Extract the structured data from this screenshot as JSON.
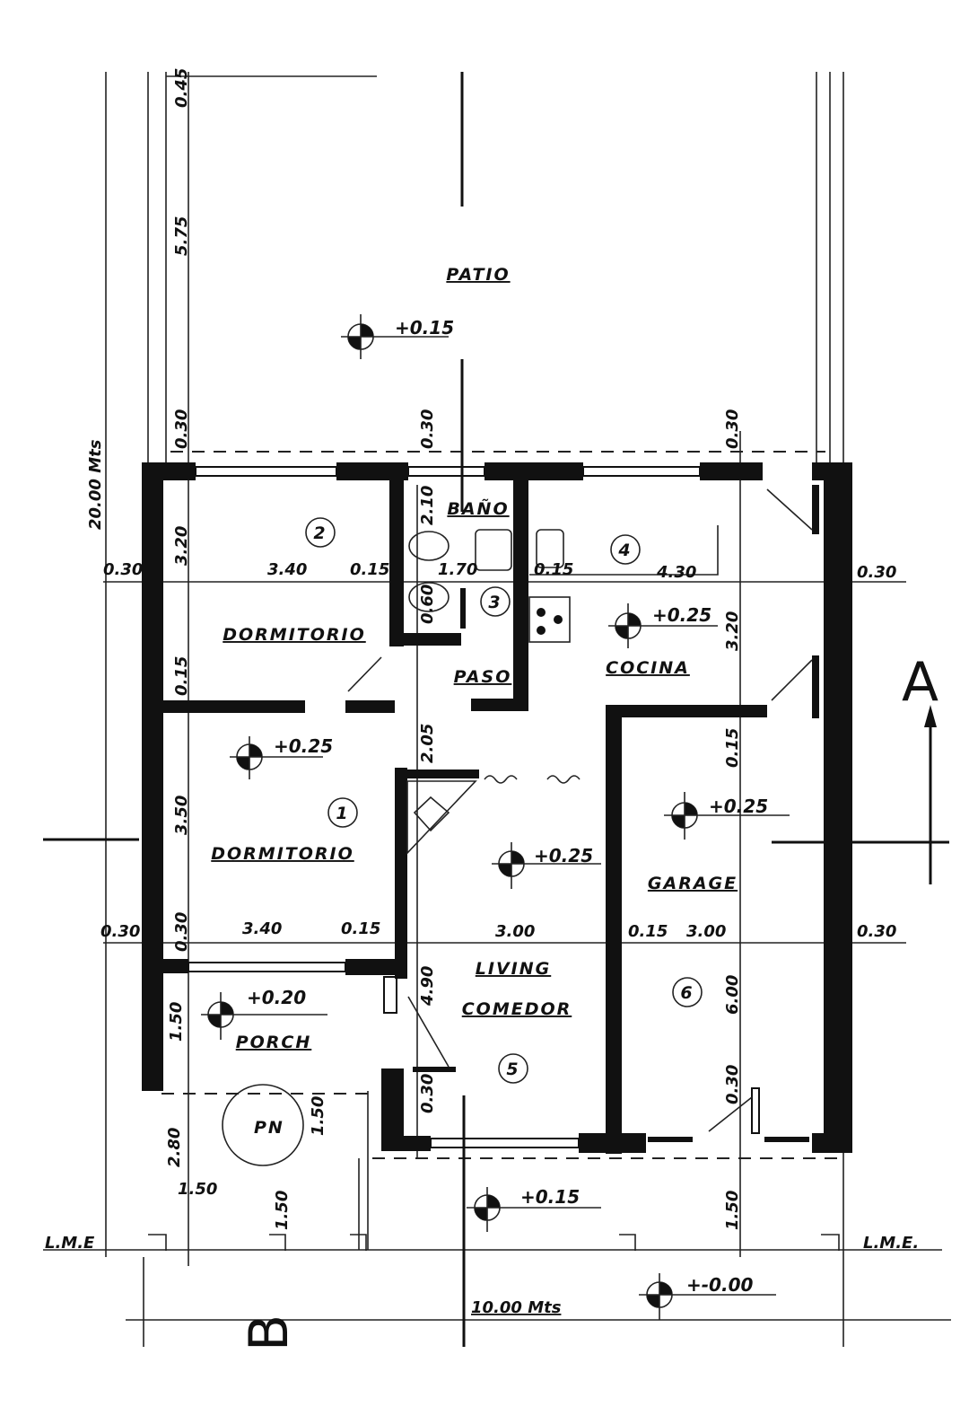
{
  "rooms": [
    {
      "number": "1",
      "name": "DORMITORIO",
      "level": "+0.25"
    },
    {
      "number": "2",
      "name": "DORMITORIO"
    },
    {
      "number": "3",
      "name": "BAÑO"
    },
    {
      "number": "4",
      "name": "COCINA",
      "level": "+0.25"
    },
    {
      "number": "5",
      "name": "LIVING",
      "name2": "COMEDOR",
      "level": "+0.25"
    },
    {
      "number": "6",
      "name": "GARAGE",
      "level": "+0.25"
    }
  ],
  "other_labels": {
    "patio": "PATIO",
    "patio_level": "+0.15",
    "paso": "PASO",
    "porch": "PORCH",
    "porch_level": "+0.20",
    "pn": "PN",
    "front_level": "+0.15",
    "street_level": "+-0.00",
    "lme_left": "L.M.E",
    "lme_right": "L.M.E.",
    "section_a": "A",
    "section_b": "B"
  },
  "dimensions": {
    "total_depth": "20.00 Mts",
    "total_width": "10.00 Mts",
    "patio_depth": "5.75",
    "top_small": "0.45",
    "d030_a": "0.30",
    "d030_b": "0.30",
    "d030_c": "0.30",
    "d320_left": "3.20",
    "d210": "2.10",
    "d320_right": "3.20",
    "row1": [
      "0.30",
      "3.40",
      "0.15",
      "1.70",
      "0.15",
      "4.30",
      "0.30"
    ],
    "d015_left": "0.15",
    "d060": "0.60",
    "d205": "2.05",
    "d015_right": "0.15",
    "d350": "3.50",
    "row2": [
      "0.30",
      "3.40",
      "0.15",
      "3.00",
      "0.15",
      "3.00",
      "0.30"
    ],
    "d030_left2": "0.30",
    "d150_porch": "1.50",
    "d490": "4.90",
    "d600": "6.00",
    "d030_garage": "0.30",
    "d030_living": "0.30",
    "d280": "2.80",
    "d150_pn": "1.50",
    "d150_pn_v": "1.50",
    "d150_front": "1.50",
    "d150_right": "1.50"
  }
}
